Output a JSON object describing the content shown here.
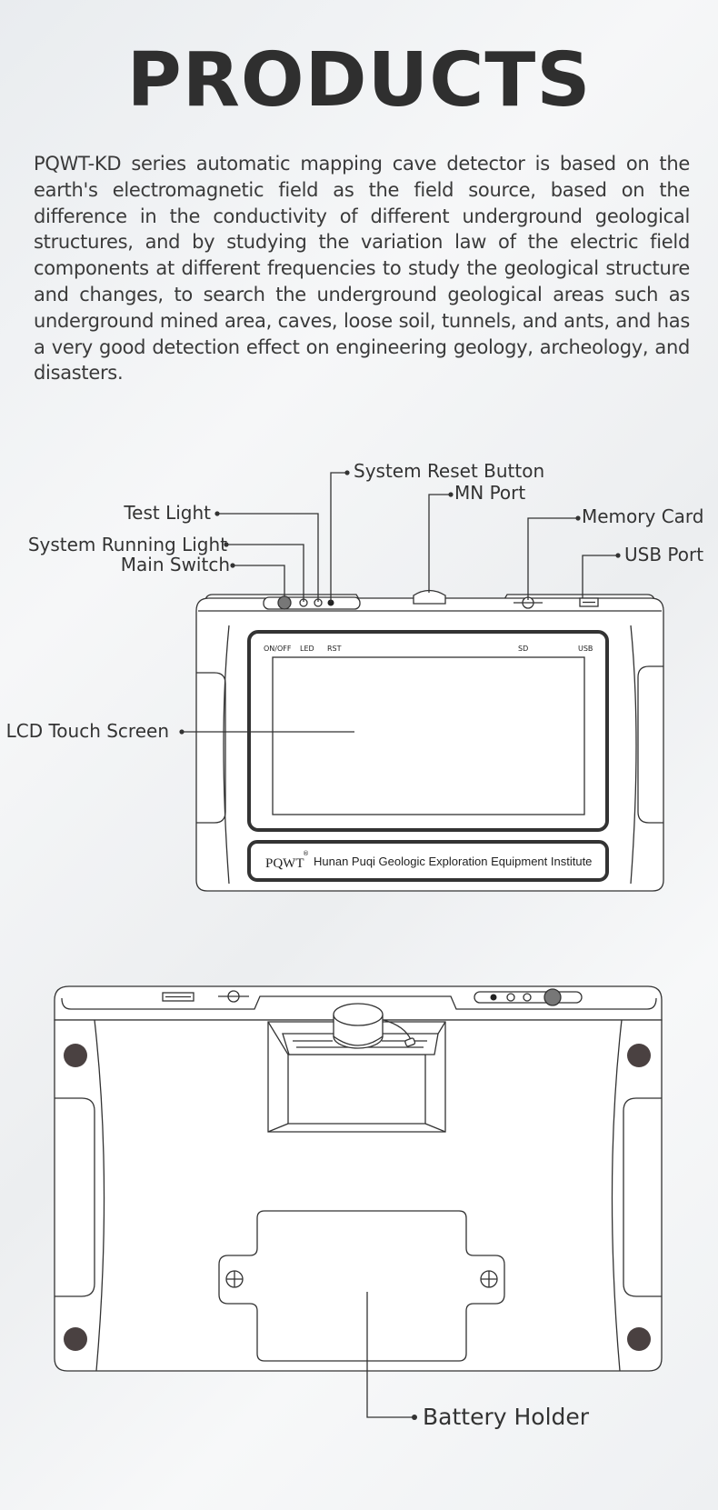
{
  "header": {
    "title": "PRODUCTS",
    "description": "PQWT-KD series automatic mapping cave detector is based on the earth's electromagnetic field as the field source, based on the difference in the conductivity of different underground geological structures, and by studying the variation law of the electric field components at different frequencies to study the geological structure and changes, to search the underground geological areas such as underground mined area, caves, loose soil, tunnels, and ants, and has a very good detection effect on engineering geology, archeology, and disasters."
  },
  "front_view": {
    "callouts": {
      "system_reset_button": "System Reset Button",
      "mn_port": "MN Port",
      "test_light": "Test Light",
      "memory_card": "Memory Card",
      "system_running_light": "System Running Light",
      "usb_port": "USB Port",
      "main_switch": "Main Switch",
      "lcd_touch_screen": "LCD Touch Screen"
    },
    "panel_labels": {
      "on_off": "ON/OFF",
      "led": "LED",
      "rst": "RST",
      "sd": "SD",
      "usb": "USB"
    },
    "logo": "PQWT",
    "logo_mark": "®",
    "brand": "Hunan Puqi Geologic Exploration Equipment Institute"
  },
  "back_view": {
    "callouts": {
      "battery_holder": "Battery Holder"
    }
  }
}
